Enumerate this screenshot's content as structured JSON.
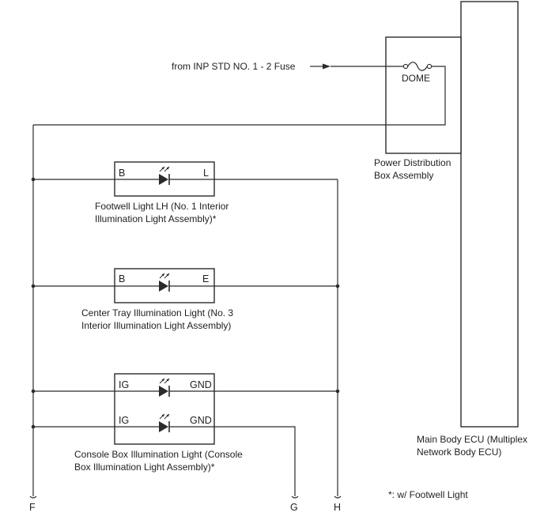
{
  "source_note": "from INP STD NO. 1 - 2 Fuse",
  "fuse": {
    "label": "DOME"
  },
  "power_box": {
    "line1": "Power Distribution",
    "line2": "Box Assembly"
  },
  "ecu": {
    "line1": "Main Body ECU (Multiplex",
    "line2": "Network Body ECU)"
  },
  "footwell": {
    "pin_left": "B",
    "pin_right": "L",
    "line1": "Footwell Light LH (No. 1 Interior",
    "line2": "Illumination Light Assembly)*"
  },
  "center_tray": {
    "pin_left": "B",
    "pin_right": "E",
    "line1": "Center Tray Illumination Light (No. 3",
    "line2": "Interior Illumination Light Assembly)"
  },
  "console": {
    "row1": {
      "pin_left": "IG",
      "pin_right": "GND"
    },
    "row2": {
      "pin_left": "IG",
      "pin_right": "GND"
    },
    "line1": "Console Box Illumination Light (Console",
    "line2": "Box Illumination Light Assembly)*"
  },
  "terminals": {
    "f": "F",
    "g": "G",
    "h": "H"
  },
  "footnote": "*: w/ Footwell Light"
}
